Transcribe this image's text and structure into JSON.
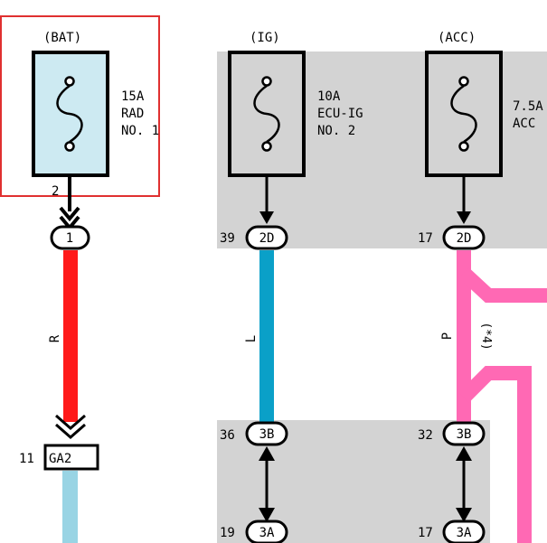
{
  "sources": {
    "bat": "(BAT)",
    "ig": "(IG)",
    "acc": "(ACC)"
  },
  "fuses": [
    {
      "amp": "15A",
      "line2": "RAD",
      "line3": "NO. 1"
    },
    {
      "amp": "10A",
      "line2": "ECU-IG",
      "line3": "NO. 2"
    },
    {
      "amp": "7.5A",
      "line2": "ACC",
      "line3": ""
    }
  ],
  "terminals": {
    "bat_fuse_pin": "2",
    "c1_label": "1",
    "ig_pin_top": "39",
    "ig_conn_top": "2D",
    "acc_pin_top": "17",
    "acc_conn_top": "2D",
    "ig_pin_mid": "36",
    "ig_conn_mid": "3B",
    "acc_pin_mid": "32",
    "acc_conn_mid": "3B",
    "ig_pin_bot": "19",
    "ig_conn_bot": "3A",
    "acc_pin_bot": "17",
    "acc_conn_bot": "3A",
    "ga2_pin": "11",
    "ga2_label": "GA2"
  },
  "wires": {
    "bat_color_code": "R",
    "ig_color_code": "L",
    "acc_color_code": "P",
    "acc_note": "(*4)",
    "bat_color": "#ff1a1a",
    "ig_color": "#0aa0c8",
    "acc_color": "#ff69b4",
    "ga2_out_color": "#99d4e4"
  },
  "colors": {
    "junction_block": "#d3d3d3",
    "fuse_fill": "#cdeaf2",
    "highlight": "#e03030"
  }
}
